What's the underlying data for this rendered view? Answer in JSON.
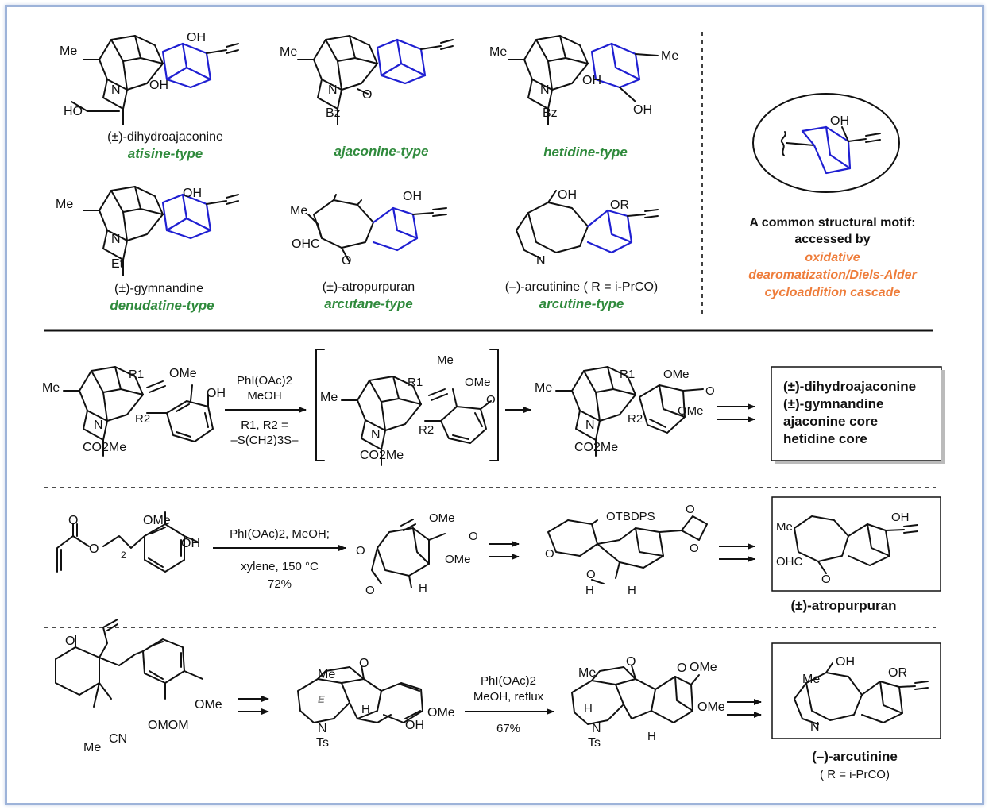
{
  "top_panel": {
    "compounds": [
      {
        "name": "(±)-dihydroajaconine",
        "type": "atisine-type",
        "labels": [
          "OH",
          "Me",
          "OH",
          "N",
          "HO"
        ]
      },
      {
        "name": "",
        "type": "ajaconine-type",
        "labels": [
          "Me",
          "N",
          "O",
          "Bz"
        ]
      },
      {
        "name": "",
        "type": "hetidine-type",
        "labels": [
          "Me",
          "Me",
          "N",
          "OH",
          "OH",
          "Bz"
        ]
      },
      {
        "name": "(±)-gymnandine",
        "type": "denudatine-type",
        "labels": [
          "OH",
          "Me",
          "N",
          "Et"
        ]
      },
      {
        "name": "(±)-atropurpuran",
        "type": "arcutane-type",
        "labels": [
          "OH",
          "Me",
          "OHC",
          "O"
        ]
      },
      {
        "name": "(–)-arcutinine ( R = i-PrCO)",
        "type": "arcutine-type",
        "labels": [
          "OH",
          "OR",
          "N"
        ]
      }
    ],
    "motif": {
      "oh_label": "OH",
      "caption_line1": "A common structural motif:",
      "caption_line2": "accessed by",
      "highlight_line1": "oxidative",
      "highlight_line2": "dearomatization/Diels-Alder",
      "highlight_line3": "cycloaddition cascade"
    }
  },
  "route1": {
    "sm_labels": {
      "r1": "R1",
      "r2": "R2",
      "ome": "OMe",
      "oh": "OH",
      "me": "Me",
      "n": "N",
      "co2me": "CO2Me"
    },
    "reagent_top": "PhI(OAc)2",
    "reagent_mid": "MeOH",
    "reagent_bottom_1": "R1, R2 =",
    "reagent_bottom_2": "–S(CH2)3S–",
    "intermediate_labels": {
      "me_top": "Me",
      "ome": "OMe",
      "o": "O",
      "r1": "R1",
      "r2": "R2",
      "me": "Me",
      "n": "N",
      "co2me": "CO2Me"
    },
    "product_labels": {
      "ome1": "OMe",
      "o": "O",
      "ome2": "OMe",
      "r1": "R1",
      "r2": "R2",
      "me": "Me",
      "n": "N",
      "co2me": "CO2Me"
    },
    "targets": [
      "(±)-dihydroajaconine",
      "(±)-gymnandine",
      "ajaconine core",
      "hetidine core"
    ]
  },
  "route2": {
    "sm_labels": {
      "o1": "O",
      "o2": "O",
      "sub": "2",
      "ome": "OMe",
      "oh": "OH"
    },
    "reagent_top": "PhI(OAc)2, MeOH;",
    "reagent_bottom_1": "xylene, 150 °C",
    "reagent_bottom_2": "72%",
    "adduct_labels": {
      "ome1": "OMe",
      "o1": "O",
      "o2": "O",
      "ome2": "OMe",
      "o3": "O",
      "h": "H"
    },
    "intermediate_labels": {
      "otbdps": "OTBDPS",
      "o1": "O",
      "o2": "O",
      "o3": "O",
      "o4": "O",
      "h1": "H",
      "h2": "H"
    },
    "product_labels": {
      "oh": "OH",
      "me": "Me",
      "ohc": "OHC",
      "o": "O"
    },
    "product_name": "(±)-atropurpuran"
  },
  "route3": {
    "sm_labels": {
      "o": "O",
      "ome": "OMe",
      "omom": "OMOM",
      "me": "Me",
      "cn": "CN"
    },
    "intermediate_labels": {
      "o": "O",
      "me": "Me",
      "e": "E",
      "h": "H",
      "ome": "OMe",
      "oh": "OH",
      "n": "N",
      "ts": "Ts"
    },
    "reagent_top_1": "PhI(OAc)2",
    "reagent_top_2": "MeOH, reflux",
    "reagent_bottom": "67%",
    "adduct_labels": {
      "o1": "O",
      "ome1": "OMe",
      "me": "Me",
      "o2": "O",
      "ome2": "OMe",
      "h1": "H",
      "n": "N",
      "ts": "Ts",
      "h2": "H"
    },
    "product_labels": {
      "oh": "OH",
      "or": "OR",
      "me": "Me",
      "n": "N"
    },
    "product_name": "(–)-arcutinine",
    "product_note": "( R = i-PrCO)"
  }
}
